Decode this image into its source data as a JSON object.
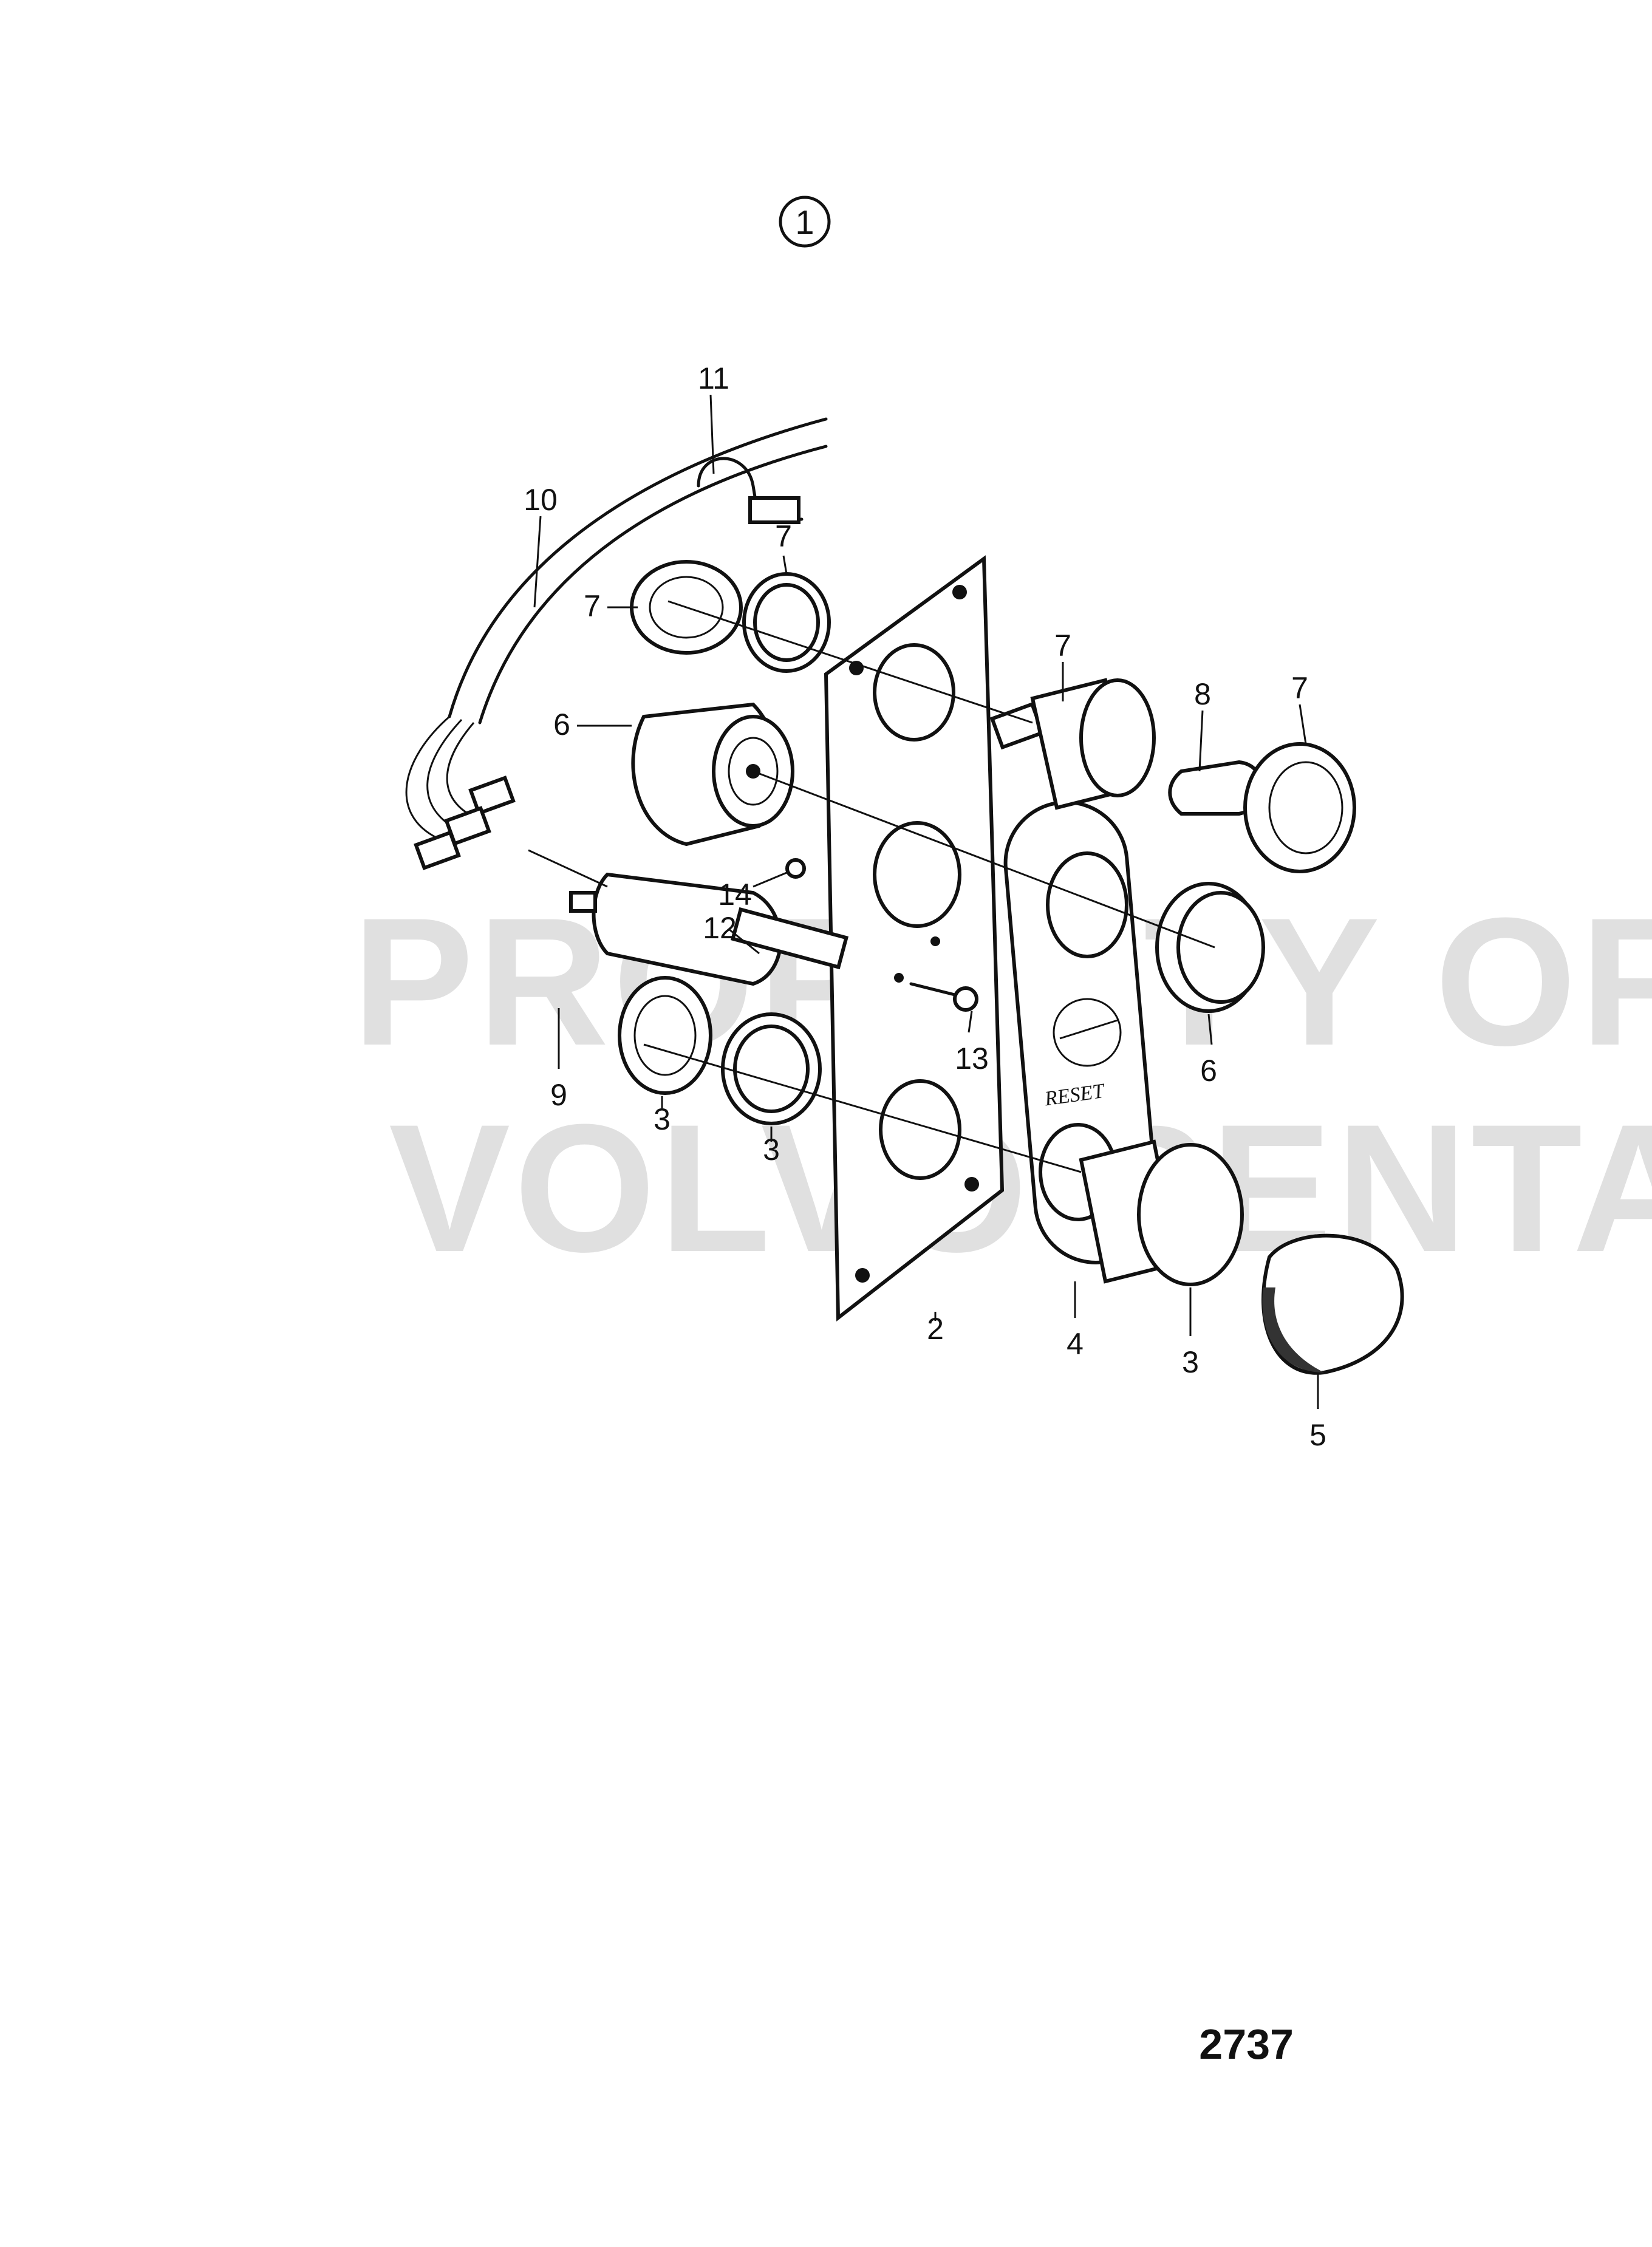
{
  "figure_number": "1",
  "drawing_code": "2737",
  "watermark": {
    "line1": "PROPERTY OF",
    "line2": "VOLVO PENTA"
  },
  "plate_text": "RESET",
  "callouts": [
    {
      "id": "c10",
      "label": "10"
    },
    {
      "id": "c11",
      "label": "11"
    },
    {
      "id": "c7a",
      "label": "7"
    },
    {
      "id": "c7b",
      "label": "7"
    },
    {
      "id": "c7c",
      "label": "7"
    },
    {
      "id": "c7d",
      "label": "7"
    },
    {
      "id": "c8",
      "label": "8"
    },
    {
      "id": "c6a",
      "label": "6"
    },
    {
      "id": "c6b",
      "label": "6"
    },
    {
      "id": "c14",
      "label": "14"
    },
    {
      "id": "c12",
      "label": "12"
    },
    {
      "id": "c13",
      "label": "13"
    },
    {
      "id": "c9",
      "label": "9"
    },
    {
      "id": "c3a",
      "label": "3"
    },
    {
      "id": "c3b",
      "label": "3"
    },
    {
      "id": "c3c",
      "label": "3"
    },
    {
      "id": "c2",
      "label": "2"
    },
    {
      "id": "c4",
      "label": "4"
    },
    {
      "id": "c5",
      "label": "5"
    }
  ]
}
